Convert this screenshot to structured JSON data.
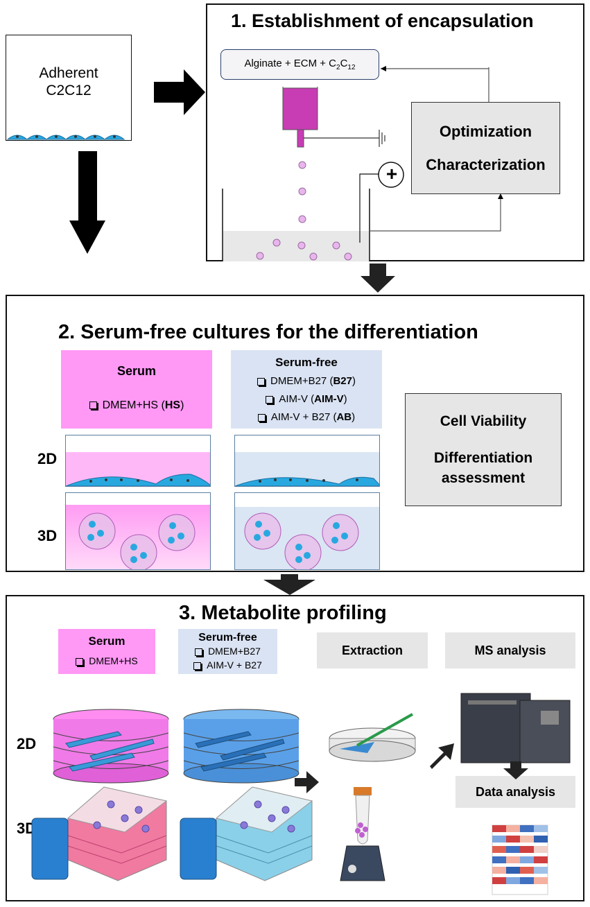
{
  "adherent": {
    "line1": "Adherent",
    "line2": "C2C12"
  },
  "section1": {
    "title": "1. Establishment of encapsulation",
    "mixture": {
      "text": "Alginate + ECM + C",
      "sub1": "2",
      "mid": "C",
      "sub2": "12"
    },
    "plus_symbol": "+",
    "feedback": {
      "line1": "Optimization",
      "line2": "Characterization"
    }
  },
  "section2": {
    "title": "2. Serum-free cultures for the differentiation",
    "serum": {
      "heading": "Serum",
      "items": [
        {
          "name": "DMEM+HS (",
          "abbr": "HS",
          "close": ")"
        }
      ]
    },
    "serum_free": {
      "heading": "Serum-free",
      "items": [
        {
          "name": "DMEM+B27 (",
          "abbr": "B27",
          "close": ")"
        },
        {
          "name": "AIM-V (",
          "abbr": "AIM-V",
          "close": ")"
        },
        {
          "name": "AIM-V + B27 (",
          "abbr": "AB",
          "close": ")"
        }
      ]
    },
    "row_labels": [
      "2D",
      "3D"
    ],
    "assessment": {
      "line1": "Cell Viability",
      "line2": "Differentiation",
      "line3": "assessment"
    }
  },
  "section3": {
    "title": "3. Metabolite profiling",
    "serum": {
      "heading": "Serum",
      "items": [
        "DMEM+HS"
      ]
    },
    "serum_free": {
      "heading": "Serum-free",
      "items": [
        "DMEM+B27",
        "AIM-V + B27"
      ]
    },
    "row_labels": [
      "2D",
      "3D"
    ],
    "extraction": "Extraction",
    "ms_analysis": "MS analysis",
    "data_analysis": "Data analysis"
  },
  "colors": {
    "serum": "#ff99f5",
    "serum_free": "#dae3f3",
    "cells": "#29a8e0",
    "syringe": "#c83cb4",
    "grey_box": "#e6e6e6"
  }
}
